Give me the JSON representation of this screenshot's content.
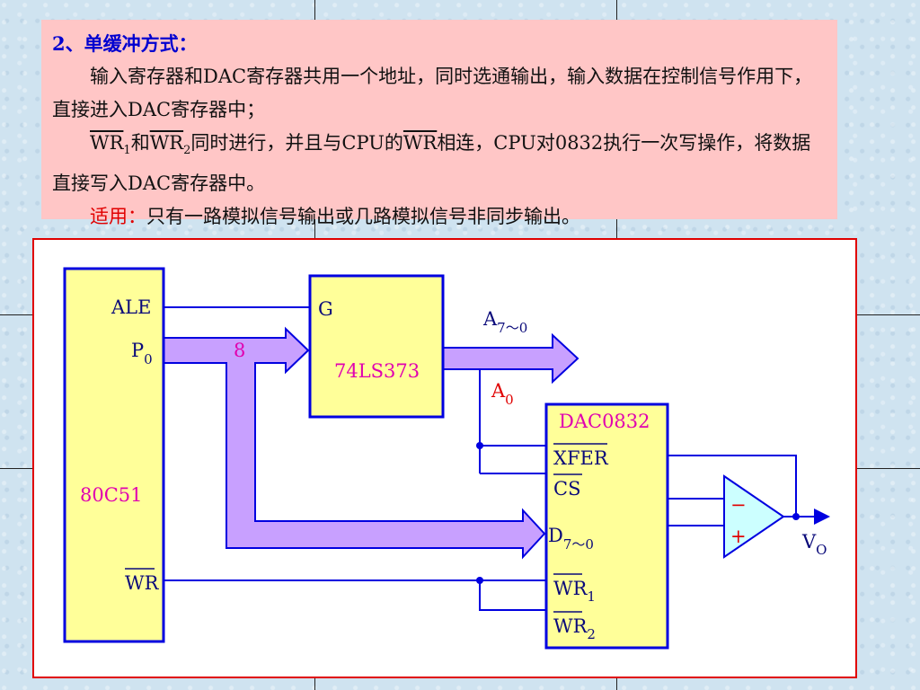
{
  "text": {
    "heading": "2、单缓冲方式：",
    "para1": "输入寄存器和DAC寄存器共用一个地址，同时选通输出，输入数据在控制信号作用下，直接进入DAC寄存器中；",
    "para2_wr1": "WR",
    "para2_wr1_sub": "1",
    "para2_and": "和",
    "para2_wr2": "WR",
    "para2_wr2_sub": "2",
    "para2_mid": "同时进行，并且与CPU的",
    "para2_wr": "WR",
    "para2_rest": "相连，CPU对0832执行一次写操作，将数据直接写入DAC寄存器中。",
    "apply_label": "适用：",
    "apply_text": "只有一路模拟信号输出或几路模拟信号非同步输出。"
  },
  "diagram": {
    "mcu": {
      "name": "80C51",
      "ale": "ALE",
      "p": "P",
      "p_sub": "0",
      "wr": "WR"
    },
    "latch": {
      "name": "74LS373",
      "g": "G"
    },
    "bus_width": "8",
    "addr": {
      "a": "A",
      "a_sub": "7～0",
      "a0": "A",
      "a0_sub": "0"
    },
    "dac": {
      "name": "DAC0832",
      "xfer": "XFER",
      "cs": "CS",
      "d": "D",
      "d_sub": "7～0",
      "wr1": "WR",
      "wr1_sub": "1",
      "wr2": "WR",
      "wr2_sub": "2"
    },
    "opamp": {
      "minus": "−",
      "plus": "+"
    },
    "out": {
      "v": "V",
      "v_sub": "O"
    }
  },
  "colors": {
    "box_fill": "#ffff99",
    "box_border": "#0000e0",
    "bus": "#c8a0ff",
    "frame": "#e00000",
    "text_bg": "#ffc6c6"
  }
}
